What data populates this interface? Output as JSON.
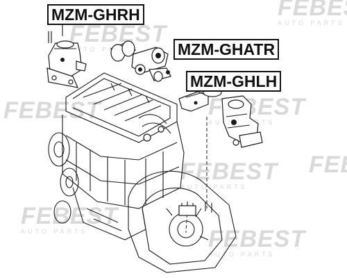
{
  "labels": {
    "right_mount": "MZM-GHRH",
    "rear_mount": "MZM-GHATR",
    "left_mount": "MZM-GHLH"
  },
  "watermark": {
    "brand": "FEBEST",
    "tagline": "AUTO PARTS"
  },
  "colors": {
    "ink": "#111111",
    "watermark": "#d9d9d9",
    "background": "#ffffff"
  }
}
